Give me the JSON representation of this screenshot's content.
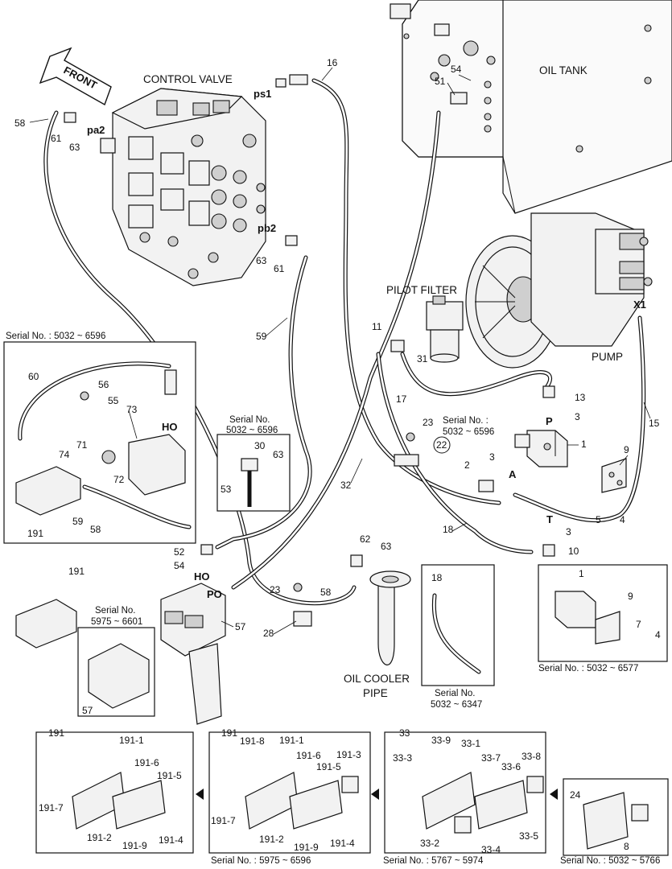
{
  "titles": {
    "control_valve": "CONTROL VALVE",
    "oil_tank": "OIL TANK",
    "pump": "PUMP",
    "pilot_filter": "PILOT FILTER",
    "front": "FRONT",
    "oil_cooler_1": "OIL COOLER",
    "oil_cooler_2": "PIPE"
  },
  "ports": {
    "ps1": "ps1",
    "pa2": "pa2",
    "pb2": "pb2",
    "x1": "X1",
    "p": "P",
    "a": "A",
    "t": "T",
    "ho": "HO",
    "ho2": "HO",
    "po": "PO"
  },
  "serials": {
    "s5032_6596": "Serial No. : 5032 ~ 6596",
    "s5032_6596_a1": "Serial No.",
    "s5032_6596_a2": "5032 ~ 6596",
    "s5032_6596_b1": "Serial No. :",
    "s5032_6596_b2": "5032 ~ 6596",
    "s5975_6601_1": "Serial No.",
    "s5975_6601_2": "5975 ~ 6601",
    "s5032_6577": "Serial No. : 5032 ~ 6577",
    "s5032_6347_1": "Serial No.",
    "s5032_6347_2": "5032 ~ 6347",
    "s5975_6596": "Serial No. : 5975 ~ 6596",
    "s5767_5974": "Serial No. : 5767 ~ 5974",
    "s5032_5766": "Serial No. : 5032 ~ 5766"
  },
  "numbers": {
    "n16": "16",
    "n58": "58",
    "n61": "61",
    "n63": "63",
    "n54": "54",
    "n51": "51",
    "n63b": "63",
    "n61b": "61",
    "n59": "59",
    "n11": "11",
    "n31": "31",
    "n17": "17",
    "n13": "13",
    "n3": "3",
    "n15": "15",
    "n1": "1",
    "n9": "9",
    "n23": "23",
    "n22": "22",
    "n2": "2",
    "n3b": "3",
    "n5": "5",
    "n4": "4",
    "n3c": "3",
    "n10": "10",
    "n18": "18",
    "n32": "32",
    "n30": "30",
    "n63c": "63",
    "n53": "53",
    "n52": "52",
    "n54b": "54",
    "n62": "62",
    "n63d": "63",
    "n23b": "23",
    "n58b": "58",
    "n28": "28",
    "n57": "57",
    "n57b": "57",
    "n191": "191",
    "in60": "60",
    "in56": "56",
    "in55": "55",
    "in73": "73",
    "in74": "74",
    "in71": "71",
    "in72": "72",
    "in59": "59",
    "in58": "58",
    "in191": "191",
    "r1": "1",
    "r9": "9",
    "r7": "7",
    "r4": "4",
    "r18": "18",
    "b191": "191",
    "b191_1": "191-1",
    "b191_6": "191-6",
    "b191_5": "191-5",
    "b191_7": "191-7",
    "b191_2": "191-2",
    "b191_9": "191-9",
    "b191_4": "191-4",
    "c191": "191",
    "c191_8": "191-8",
    "c191_1": "191-1",
    "c191_6": "191-6",
    "c191_3": "191-3",
    "c191_5": "191-5",
    "c191_7": "191-7",
    "c191_2": "191-2",
    "c191_9": "191-9",
    "c191_4": "191-4",
    "d33": "33",
    "d33_9": "33-9",
    "d33_1": "33-1",
    "d33_3": "33-3",
    "d33_7": "33-7",
    "d33_6": "33-6",
    "d33_8": "33-8",
    "d33_2": "33-2",
    "d33_4": "33-4",
    "d33_5": "33-5",
    "e24": "24",
    "e8": "8"
  }
}
